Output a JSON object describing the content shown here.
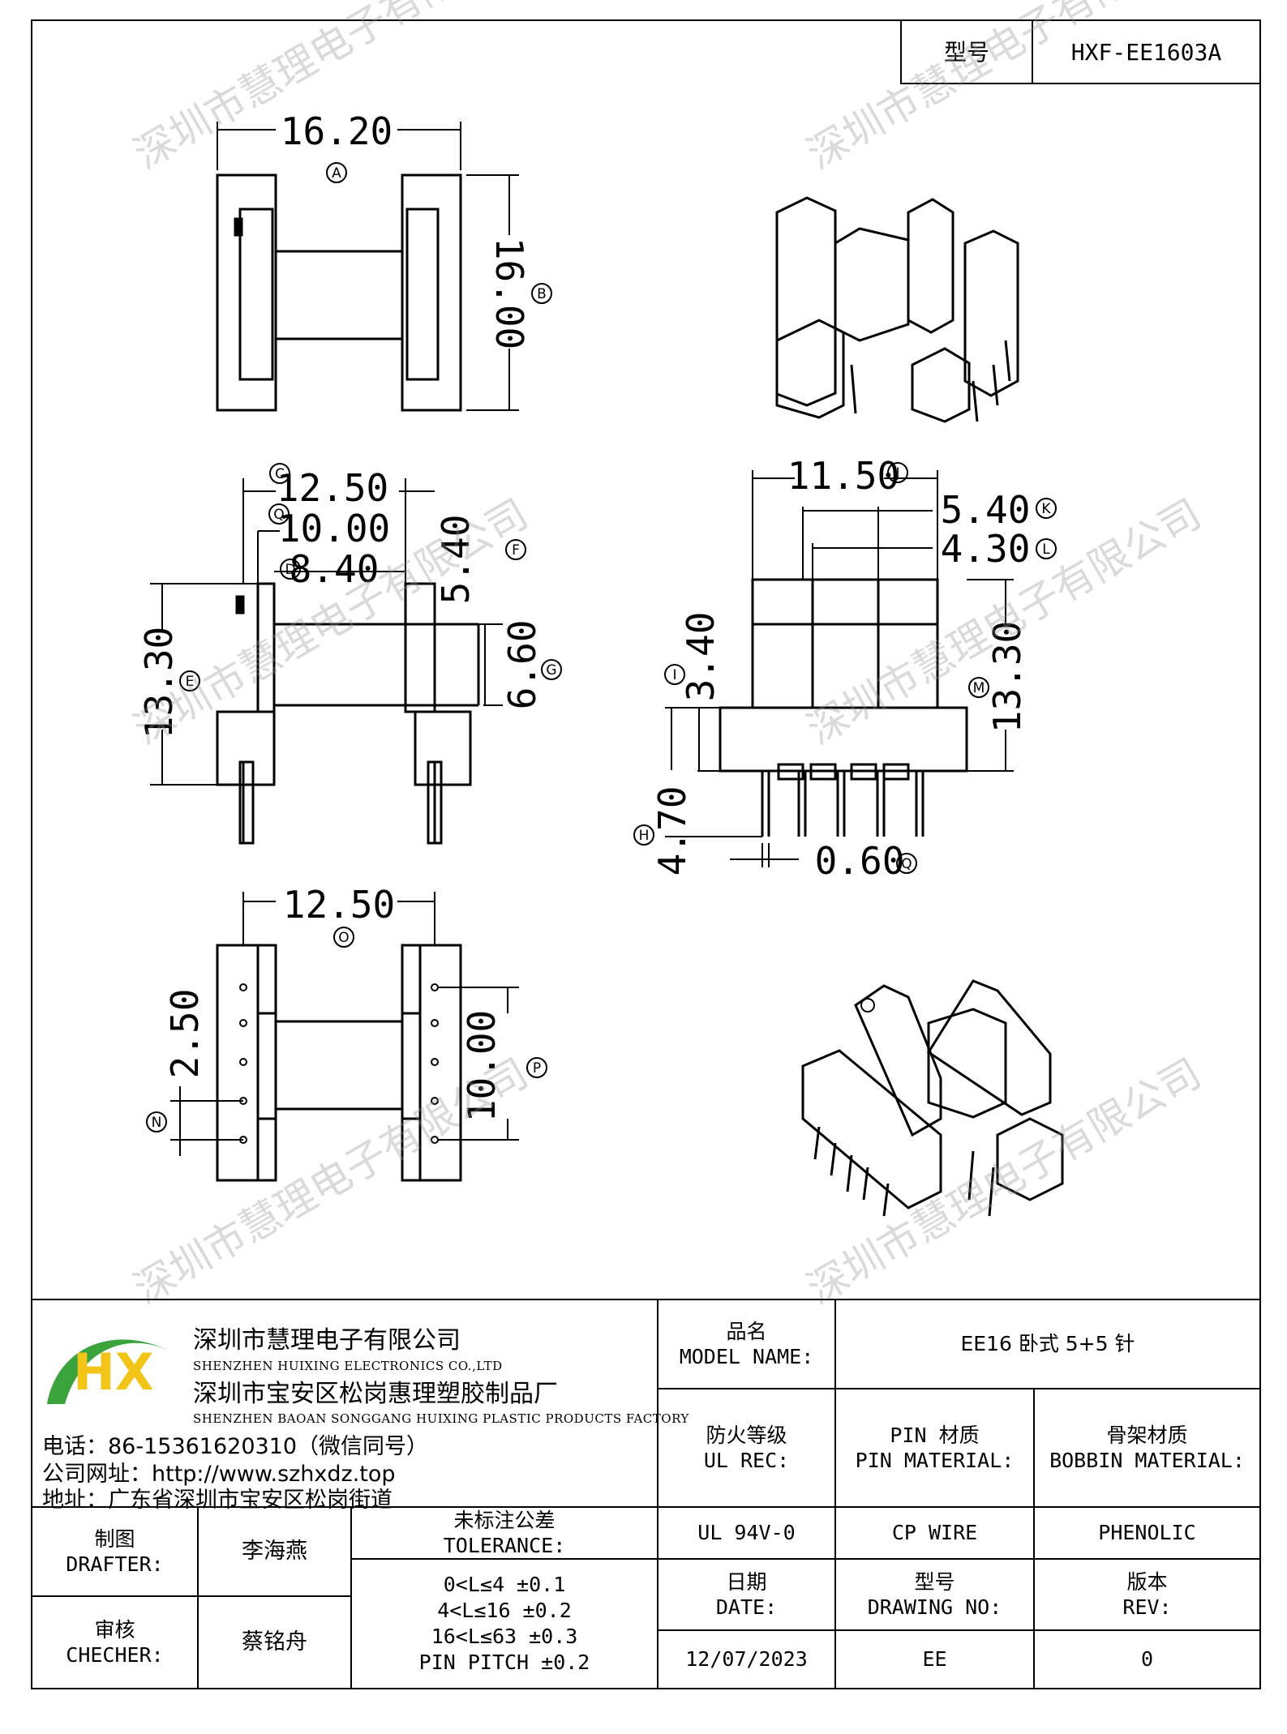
{
  "header": {
    "model_label": "型号",
    "model_value": "HXF-EE1603A"
  },
  "dimensions": {
    "A": "16.20",
    "B": "16.00",
    "C": "12.50",
    "Q": "10.00",
    "D": "8.40",
    "F": "5.40",
    "E": "13.30",
    "G": "6.60",
    "J": "11.50",
    "K": "5.40",
    "L": "4.30",
    "I": "3.40",
    "M": "13.30",
    "H": "4.70",
    "Qp": "0.60",
    "O": "12.50",
    "N": "2.50",
    "P": "10.00"
  },
  "callouts": [
    "A",
    "B",
    "C",
    "Q",
    "D",
    "F",
    "E",
    "G",
    "J",
    "K",
    "L",
    "I",
    "M",
    "H",
    "Q",
    "O",
    "N",
    "P"
  ],
  "watermark": {
    "text": "深圳市慧理电子有限公司",
    "color": "#969696"
  },
  "company": {
    "logo_text": "HX",
    "logo_colors": {
      "h": "#f2c418",
      "x": "#2e9e3a",
      "swoosh": "#3aa33c"
    },
    "name_cn": "深圳市慧理电子有限公司",
    "name_en": "SHENZHEN HUIXING ELECTRONICS CO.,LTD",
    "factory_cn": "深圳市宝安区松岗惠理塑胶制品厂",
    "factory_en": "SHENZHEN BAOAN SONGGANG HUIXING PLASTIC PRODUCTS FACTORY",
    "phone": "电话：86-15361620310（微信同号）",
    "web": "公司网址：http://www.szhxdz.top",
    "address": "地址：广东省深圳市宝安区松岗街道"
  },
  "title_block": {
    "model_name_cn": "品名",
    "model_name_en": "MODEL NAME:",
    "model_name_value": "EE16 卧式 5+5 针",
    "fire_cn": "防火等级",
    "fire_en": "UL REC:",
    "pin_cn": "PIN 材质",
    "pin_en": "PIN MATERIAL:",
    "bobbin_cn": "骨架材质",
    "bobbin_en": "BOBBIN MATERIAL:",
    "fire_value": "UL 94V-0",
    "pin_value": "CP WIRE",
    "bobbin_value": "PHENOLIC",
    "drafter_cn": "制图",
    "drafter_en": "DRAFTER:",
    "drafter_value": "李海燕",
    "checker_cn": "审核",
    "checker_en": "CHECHER:",
    "checker_value": "蔡铭舟",
    "tol_cn": "未标注公差",
    "tol_en": "TOLERANCE:",
    "tol_lines": [
      "0<L≤4  ±0.1",
      "4<L≤16 ±0.2",
      "16<L≤63 ±0.3",
      "PIN PITCH ±0.2"
    ],
    "date_cn": "日期",
    "date_en": "DATE:",
    "date_value": "12/07/2023",
    "drawing_cn": "型号",
    "drawing_en": "DRAWING NO:",
    "drawing_value": "EE",
    "rev_cn": "版本",
    "rev_en": "REV:",
    "rev_value": "0"
  }
}
